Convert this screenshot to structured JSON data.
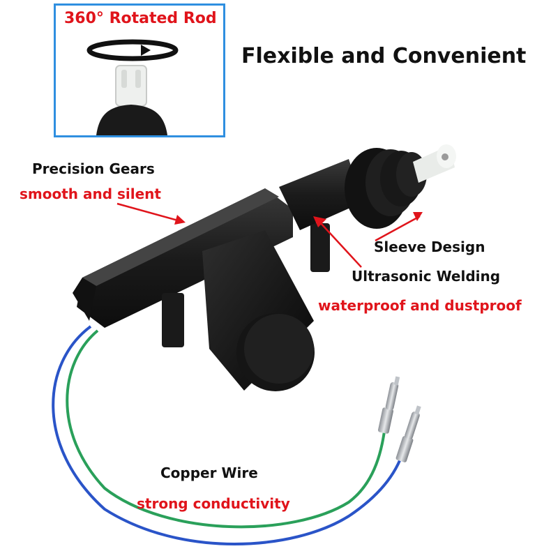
{
  "inset": {
    "title": "360° Rotated Rod"
  },
  "headline": "Flexible and Convenient",
  "callouts": {
    "gears": {
      "title": "Precision Gears",
      "subtitle": "smooth and silent"
    },
    "sleeve": {
      "title": "Sleeve Design"
    },
    "welding": {
      "title": "Ultrasonic Welding",
      "subtitle": "waterproof and dustproof"
    },
    "wire": {
      "title": "Copper Wire",
      "subtitle": "strong conductivity"
    }
  },
  "colors": {
    "accent_red": "#e0141b",
    "inset_border": "#2f8fe0",
    "text_black": "#111111",
    "body_black": "#1b1b1b",
    "wire_blue": "#2a54c8",
    "wire_green": "#2aa05a"
  }
}
